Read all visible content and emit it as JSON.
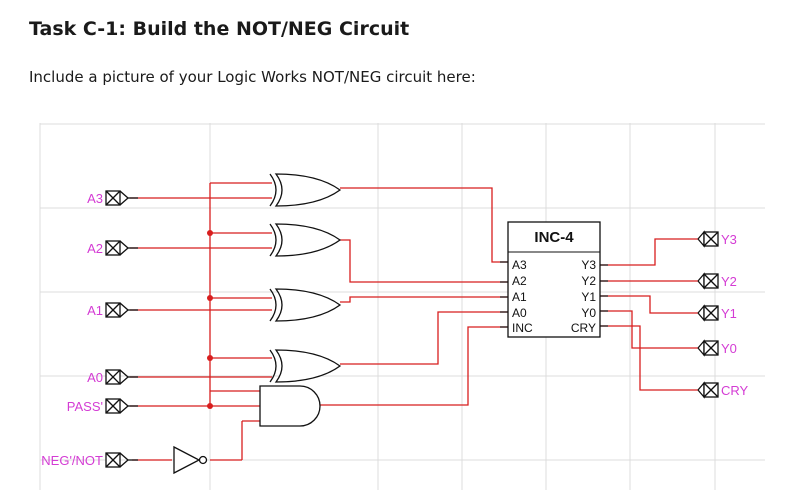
{
  "page": {
    "title": "Task C-1: Build the NOT/NEG Circuit",
    "instruction": "Include a picture of your Logic Works NOT/NEG circuit here:"
  },
  "circuit": {
    "chip": {
      "name": "INC-4",
      "inputs": [
        "A3",
        "A2",
        "A1",
        "A0",
        "INC"
      ],
      "outputs": [
        "Y3",
        "Y2",
        "Y1",
        "Y0",
        "CRY"
      ]
    },
    "input_ports": [
      "A3",
      "A2",
      "A1",
      "A0",
      "PASS'",
      "NEG'/NOT"
    ],
    "output_ports": [
      "Y3",
      "Y2",
      "Y1",
      "Y0",
      "CRY"
    ],
    "gates": [
      "xor-gate",
      "xor-gate",
      "xor-gate",
      "xor-gate",
      "and-gate",
      "not-gate"
    ],
    "colors": {
      "wire": "#d81e1e",
      "label": "#d43cd4",
      "grid": "#dcdcdc",
      "component": "#000000"
    }
  }
}
